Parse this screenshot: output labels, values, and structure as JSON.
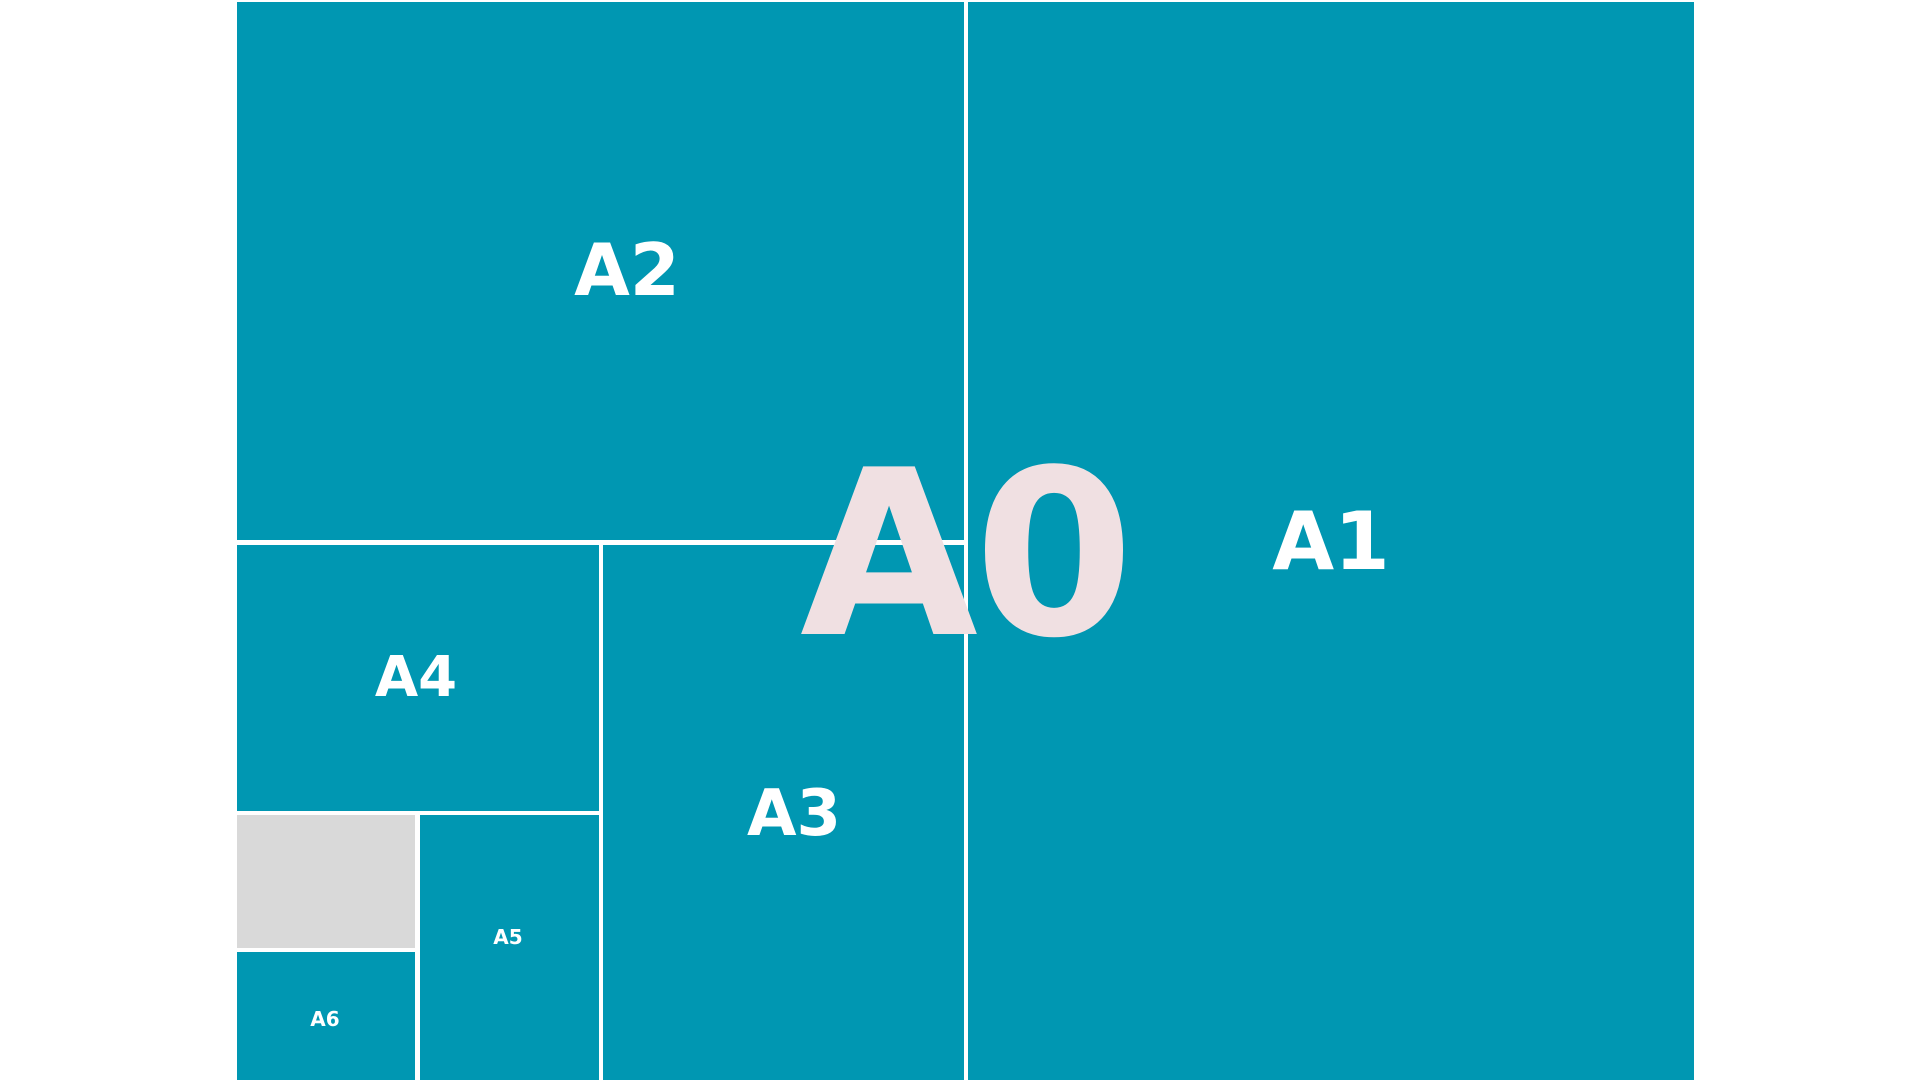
{
  "colors": {
    "sheet_fill": "#0097b2",
    "divider": "#ffffff",
    "empty_cell": "#d9d9d9",
    "overall_label": "#f0e0e2"
  },
  "diagram": {
    "overall_label": "A0",
    "sheets": {
      "a1": "A1",
      "a2": "A2",
      "a3": "A3",
      "a4": "A4",
      "a5": "A5",
      "a6": "A6"
    }
  }
}
